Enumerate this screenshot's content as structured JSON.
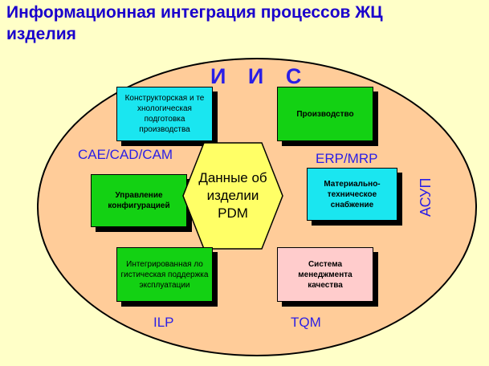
{
  "title": "Информационная  интеграция процессов ЖЦ\n изделия",
  "center": {
    "name": "И И С",
    "hub_text": "Данные об\nизделии\nPDM",
    "hub_color": "#ffff66"
  },
  "labels": {
    "cae": "CAE/CAD/CAM",
    "erp": "ERP/MRP",
    "asup": "АСУП",
    "ilp": "ILP",
    "tqm": "TQM"
  },
  "blocks": {
    "design": "Конструкторская и те хнологическая подготовка производства",
    "production": "Производство",
    "config": "Управление конфигурацией",
    "supply": "Материально-техническое снабжение",
    "ils": "Интегрированная  ло гистическая поддержка эксплуатации",
    "quality": "Система менеджмента качества"
  },
  "colors": {
    "title": "#1a00cc",
    "ellipse_fill": "#ffcc99",
    "page_bg": "#ffffc8",
    "cyan_block": "#1ae6f0",
    "green_block": "#13d113",
    "pink_block": "#ffcccc",
    "label_blue": "#2a1ee6"
  }
}
